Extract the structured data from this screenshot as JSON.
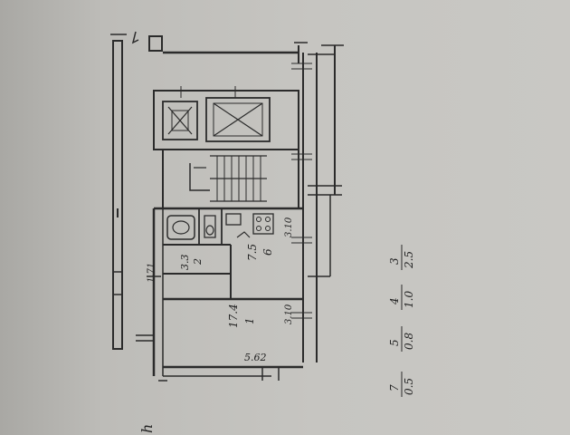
{
  "floorplan": {
    "rooms": [
      {
        "number": "1",
        "area": "17.4"
      },
      {
        "number": "2",
        "area": "3.3"
      },
      {
        "number": "6",
        "area": "7.5"
      }
    ],
    "dimensions": [
      "5.62",
      "3.10",
      "3.10",
      "1.71"
    ],
    "legend": [
      {
        "room": "3",
        "area": "2.5"
      },
      {
        "room": "4",
        "area": "1.0"
      },
      {
        "room": "5",
        "area": "0.8"
      },
      {
        "room": "7",
        "area": "0.5"
      }
    ],
    "corner_text": "h"
  }
}
